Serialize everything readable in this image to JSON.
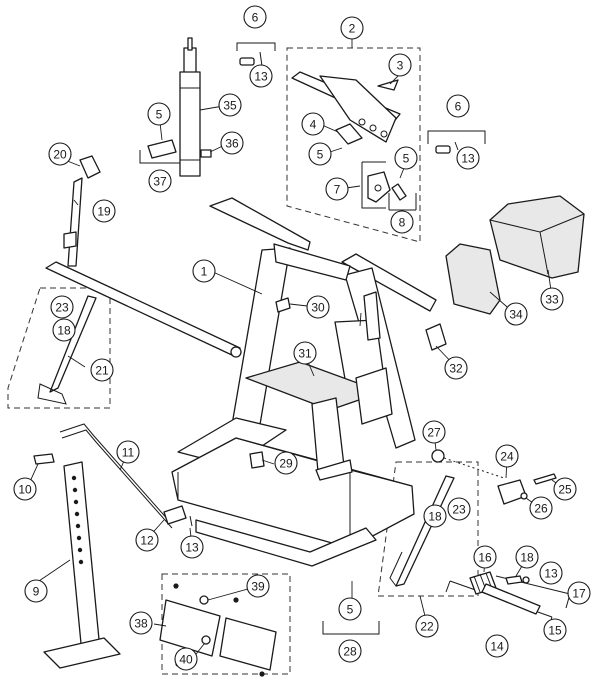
{
  "callouts": [
    {
      "id": "c1",
      "label": "1"
    },
    {
      "id": "c2",
      "label": "2"
    },
    {
      "id": "c3",
      "label": "3"
    },
    {
      "id": "c4",
      "label": "4"
    },
    {
      "id": "c5a",
      "label": "5"
    },
    {
      "id": "c5b",
      "label": "5"
    },
    {
      "id": "c5c",
      "label": "5"
    },
    {
      "id": "c5d",
      "label": "5"
    },
    {
      "id": "c6a",
      "label": "6"
    },
    {
      "id": "c6b",
      "label": "6"
    },
    {
      "id": "c7",
      "label": "7"
    },
    {
      "id": "c8",
      "label": "8"
    },
    {
      "id": "c9",
      "label": "9"
    },
    {
      "id": "c10",
      "label": "10"
    },
    {
      "id": "c11",
      "label": "11"
    },
    {
      "id": "c12",
      "label": "12"
    },
    {
      "id": "c13a",
      "label": "13"
    },
    {
      "id": "c13b",
      "label": "13"
    },
    {
      "id": "c13c",
      "label": "13"
    },
    {
      "id": "c13d",
      "label": "13"
    },
    {
      "id": "c14",
      "label": "14"
    },
    {
      "id": "c15",
      "label": "15"
    },
    {
      "id": "c16",
      "label": "16"
    },
    {
      "id": "c17",
      "label": "17"
    },
    {
      "id": "c18a",
      "label": "18"
    },
    {
      "id": "c18b",
      "label": "18"
    },
    {
      "id": "c18c",
      "label": "18"
    },
    {
      "id": "c19",
      "label": "19"
    },
    {
      "id": "c20",
      "label": "20"
    },
    {
      "id": "c21",
      "label": "21"
    },
    {
      "id": "c22",
      "label": "22"
    },
    {
      "id": "c23a",
      "label": "23"
    },
    {
      "id": "c23b",
      "label": "23"
    },
    {
      "id": "c24",
      "label": "24"
    },
    {
      "id": "c25",
      "label": "25"
    },
    {
      "id": "c26",
      "label": "26"
    },
    {
      "id": "c27",
      "label": "27"
    },
    {
      "id": "c28",
      "label": "28"
    },
    {
      "id": "c29",
      "label": "29"
    },
    {
      "id": "c30",
      "label": "30"
    },
    {
      "id": "c31",
      "label": "31"
    },
    {
      "id": "c32",
      "label": "32"
    },
    {
      "id": "c33",
      "label": "33"
    },
    {
      "id": "c34",
      "label": "34"
    },
    {
      "id": "c35",
      "label": "35"
    },
    {
      "id": "c36",
      "label": "36"
    },
    {
      "id": "c37",
      "label": "37"
    },
    {
      "id": "c38",
      "label": "38"
    },
    {
      "id": "c39",
      "label": "39"
    },
    {
      "id": "c40",
      "label": "40"
    }
  ]
}
